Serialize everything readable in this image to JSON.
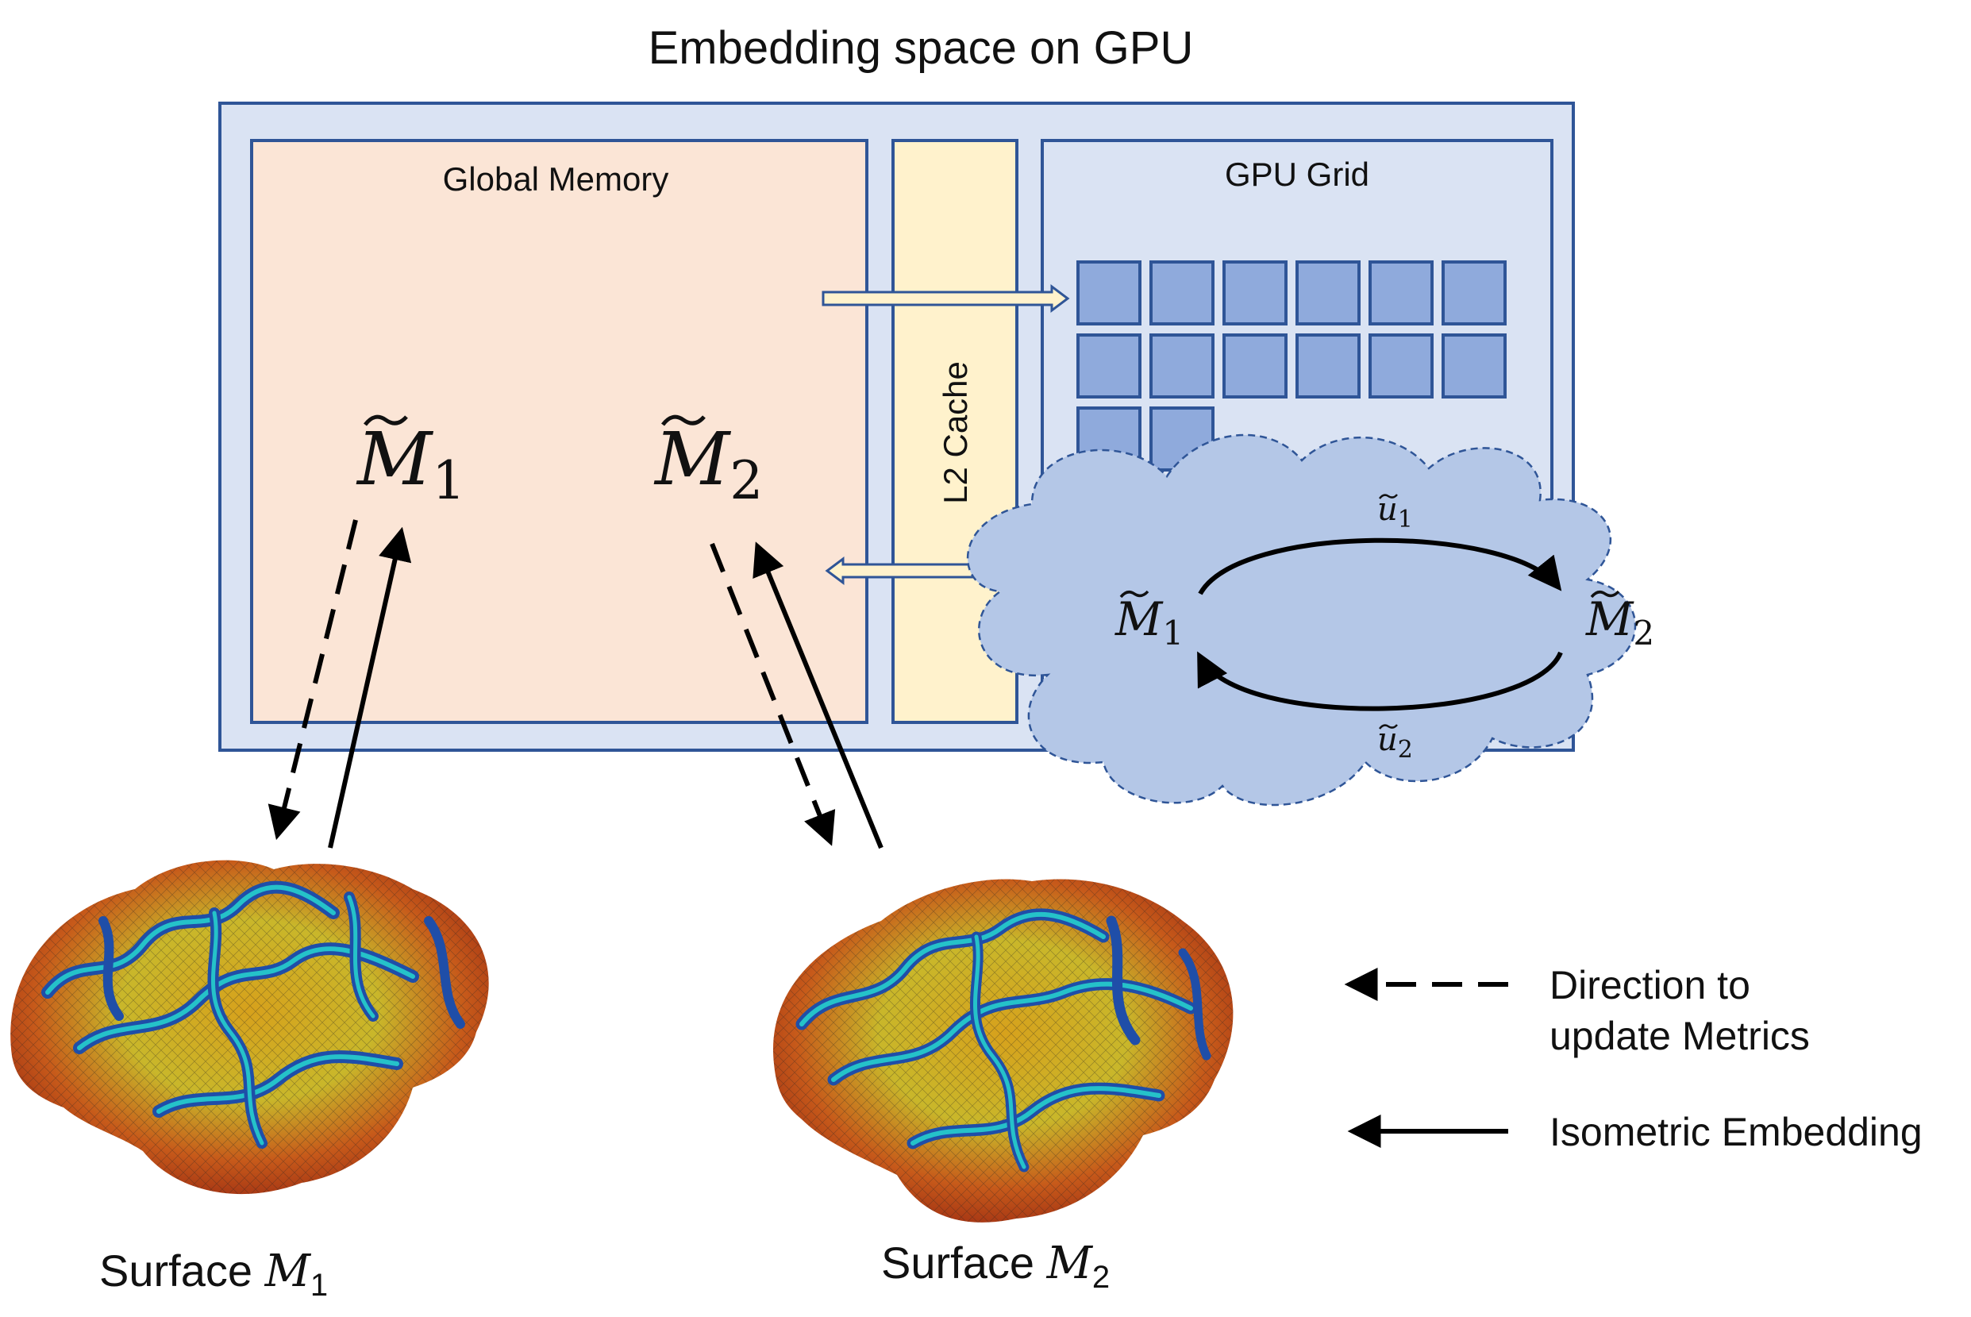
{
  "title": "Embedding space on GPU",
  "global_memory": {
    "label": "Global Memory",
    "m1": {
      "base": "M",
      "sub": "1"
    },
    "m2": {
      "base": "M",
      "sub": "2"
    }
  },
  "l2_cache": {
    "label": "L2 Cache"
  },
  "gpu_grid": {
    "label": "GPU Grid",
    "block_count_row1": 6,
    "block_count_row2": 6,
    "block_count_row3": 2
  },
  "cloud": {
    "m1": {
      "base": "M",
      "sub": "1"
    },
    "m2": {
      "base": "M",
      "sub": "2"
    },
    "u1": {
      "base": "u",
      "sub": "1"
    },
    "u2": {
      "base": "u",
      "sub": "2"
    }
  },
  "surfaces": [
    {
      "prefix": "Surface ",
      "base": "M",
      "sub": "1"
    },
    {
      "prefix": "Surface ",
      "base": "M",
      "sub": "2"
    }
  ],
  "legend": {
    "dashed_line1": "Direction to",
    "dashed_line2": "update Metrics",
    "solid": "Isometric Embedding"
  },
  "colors": {
    "outer_fill": "#dae3f3",
    "outer_stroke": "#2f5597",
    "memory_fill": "#fbe5d6",
    "cache_fill": "#fff2cc",
    "grid_fill": "#dae3f3",
    "block_fill": "#8faadc",
    "cloud_fill": "#b4c7e7"
  }
}
